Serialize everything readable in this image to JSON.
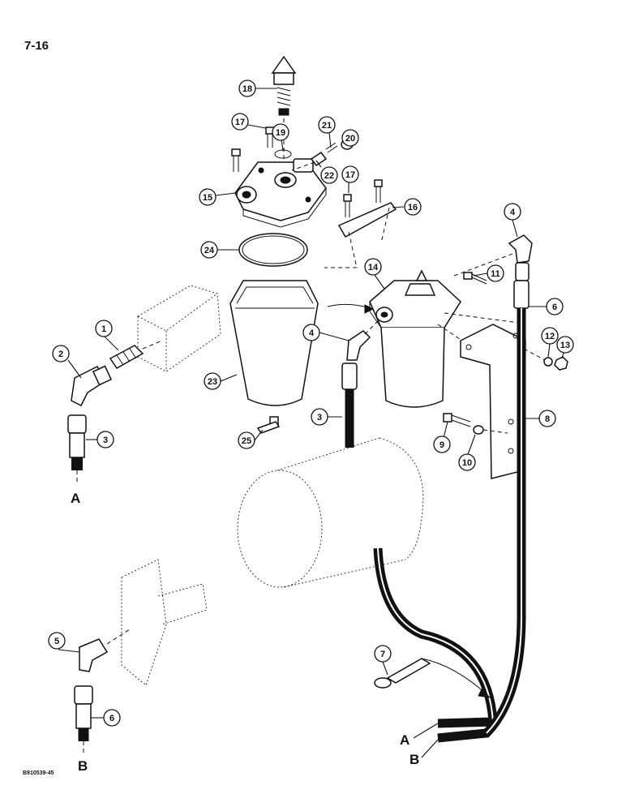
{
  "header": {
    "page_number": "7-16"
  },
  "footer": {
    "figure_id": "B910539-45"
  },
  "connection_ends": [
    "A",
    "B"
  ],
  "callouts": [
    "1",
    "2",
    "3",
    "4",
    "5",
    "6",
    "7",
    "8",
    "9",
    "10",
    "11",
    "12",
    "13",
    "14",
    "15",
    "16",
    "17",
    "18",
    "19",
    "20",
    "21",
    "22",
    "23",
    "24",
    "25"
  ]
}
